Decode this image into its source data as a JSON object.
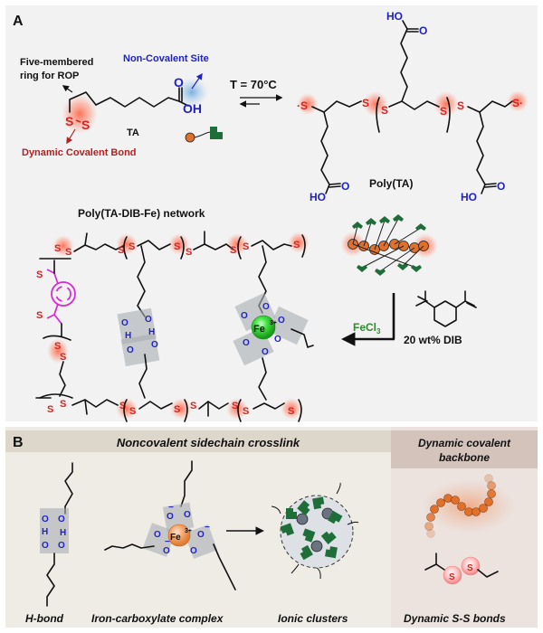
{
  "panel_a": {
    "label": "A",
    "ta": {
      "ring_note_line1": "Five-membered",
      "ring_note_line2": "ring for ROP",
      "noncovalent_site": "Non-Covalent Site",
      "dynamic_bond": "Dynamic Covalent Bond",
      "name": "TA",
      "ss_s1": "S",
      "ss_s2": "S",
      "carbonyl_o": "O",
      "oh": "OH"
    },
    "reaction_condition": "T = 70°C",
    "poly_ta": {
      "name": "Poly(TA)",
      "s": "S",
      "s_radical_left": "·S",
      "s_radical_right": "S·",
      "ho": "HO",
      "o": "O"
    },
    "network": {
      "title": "Poly(TA-DIB-Fe) network",
      "fe": "Fe",
      "fe_charge": "3+",
      "o": "O",
      "h": "H",
      "s": "S"
    },
    "reagents": {
      "fecl3": "FeCl",
      "fecl3_sub": "3",
      "dib": "20 wt% DIB"
    }
  },
  "panel_b": {
    "label": "B",
    "left_header": "Noncovalent sidechain crosslink",
    "right_header_line1": "Dynamic covalent",
    "right_header_line2": "backbone",
    "captions": {
      "hbond": "H-bond",
      "iron": "Iron-carboxylate complex",
      "ionic": "Ionic clusters",
      "ss": "Dynamic S-S bonds"
    },
    "fe": "Fe",
    "fe_charge": "3+",
    "o": "O",
    "h": "H",
    "minus": "−",
    "s": "S"
  },
  "colors": {
    "panel_a_bg": "#f2f2f2",
    "panel_b_left_bg": "#efece6",
    "panel_b_header_bg": "#ddd6cb",
    "panel_b_right_bg": "#ece3df",
    "panel_b_right_header_bg": "#d3c3bb",
    "sulfur": "#e0201e",
    "carboxyl": "#1f22c8",
    "fe_green": "#33cc33",
    "orange_bead": "#e0702a",
    "green_ligand": "#1f6e3a"
  }
}
